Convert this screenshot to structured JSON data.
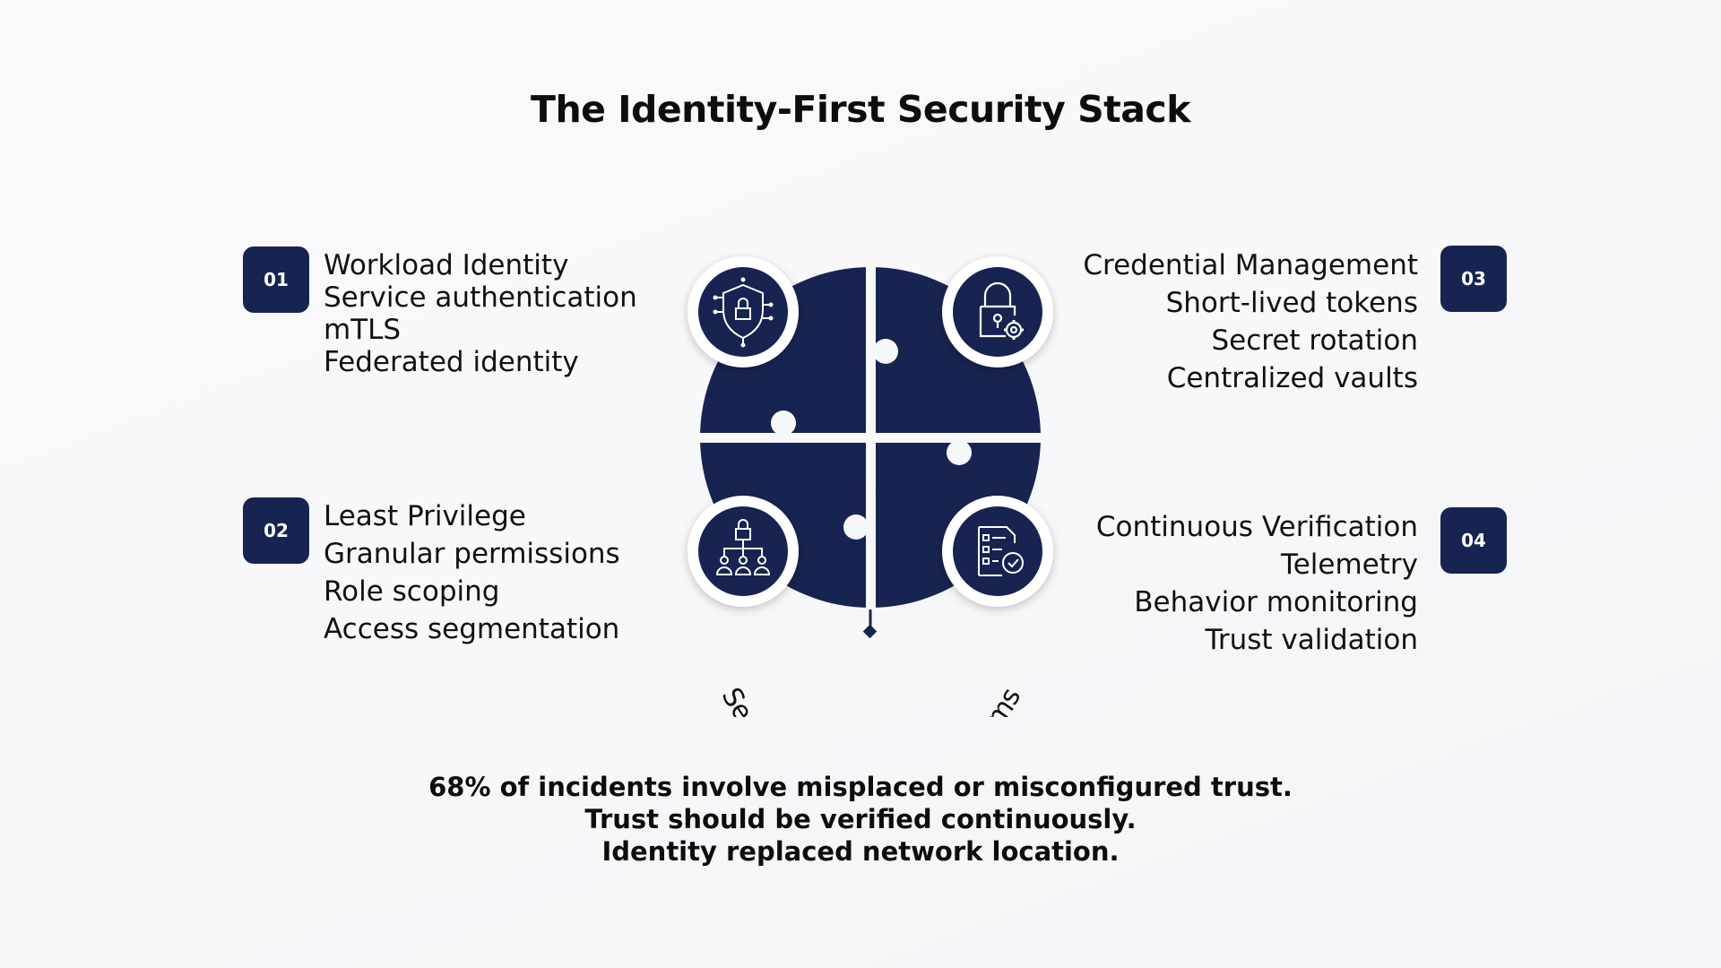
{
  "title": "The Identity-First Security Stack",
  "colors": {
    "navy": "#172451",
    "white": "#ffffff"
  },
  "center_label": "Secure Distributed Systems",
  "pillars": [
    {
      "number": "01",
      "title": "Workload Identity",
      "items": [
        "Service authentication",
        "mTLS",
        "Federated identity"
      ],
      "icon": "shield-lock-circuit-icon"
    },
    {
      "number": "02",
      "title": "Least Privilege",
      "items": [
        "Granular permissions",
        "Role scoping",
        "Access segmentation"
      ],
      "icon": "access-hierarchy-icon"
    },
    {
      "number": "03",
      "title": "Credential Management",
      "items": [
        "Short-lived tokens",
        "Secret rotation",
        "Centralized vaults"
      ],
      "icon": "padlock-gear-icon"
    },
    {
      "number": "04",
      "title": "Continuous Verification",
      "items": [
        "Telemetry",
        "Behavior monitoring",
        "Trust validation"
      ],
      "icon": "checklist-verified-icon"
    }
  ],
  "footer": {
    "line1": "68% of incidents involve misplaced or misconfigured trust.",
    "line2": "Trust should be verified continuously.",
    "line3": "Identity replaced network location."
  }
}
